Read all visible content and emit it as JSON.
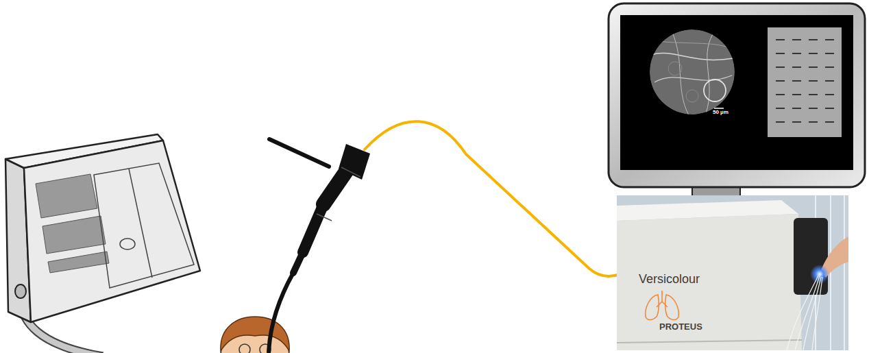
{
  "diagram": {
    "labels": [
      "50 µm",
      "Versicolour",
      "PROTEUS"
    ]
  }
}
